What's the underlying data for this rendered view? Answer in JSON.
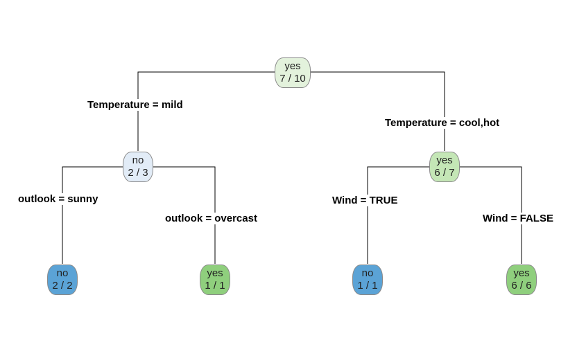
{
  "tree": {
    "root": {
      "class": "yes",
      "counts": "7 / 10",
      "color": "#e3f2dc"
    },
    "left_split": "Temperature = mild",
    "right_split": "Temperature = cool,hot",
    "left": {
      "class": "no",
      "counts": "2 / 3",
      "color": "#e2ecf7"
    },
    "right": {
      "class": "yes",
      "counts": "6 / 7",
      "color": "#c4e6b6"
    },
    "left_left_split": "outlook = sunny",
    "left_right_split": "outlook = overcast",
    "right_left_split": "Wind = TRUE",
    "right_right_split": "Wind = FALSE",
    "leaf1": {
      "class": "no",
      "counts": "2 / 2",
      "color": "#5ba3d6"
    },
    "leaf2": {
      "class": "yes",
      "counts": "1 / 1",
      "color": "#8fcf7d"
    },
    "leaf3": {
      "class": "no",
      "counts": "1 / 1",
      "color": "#5ba3d6"
    },
    "leaf4": {
      "class": "yes",
      "counts": "6 / 6",
      "color": "#8fcf7d"
    }
  }
}
